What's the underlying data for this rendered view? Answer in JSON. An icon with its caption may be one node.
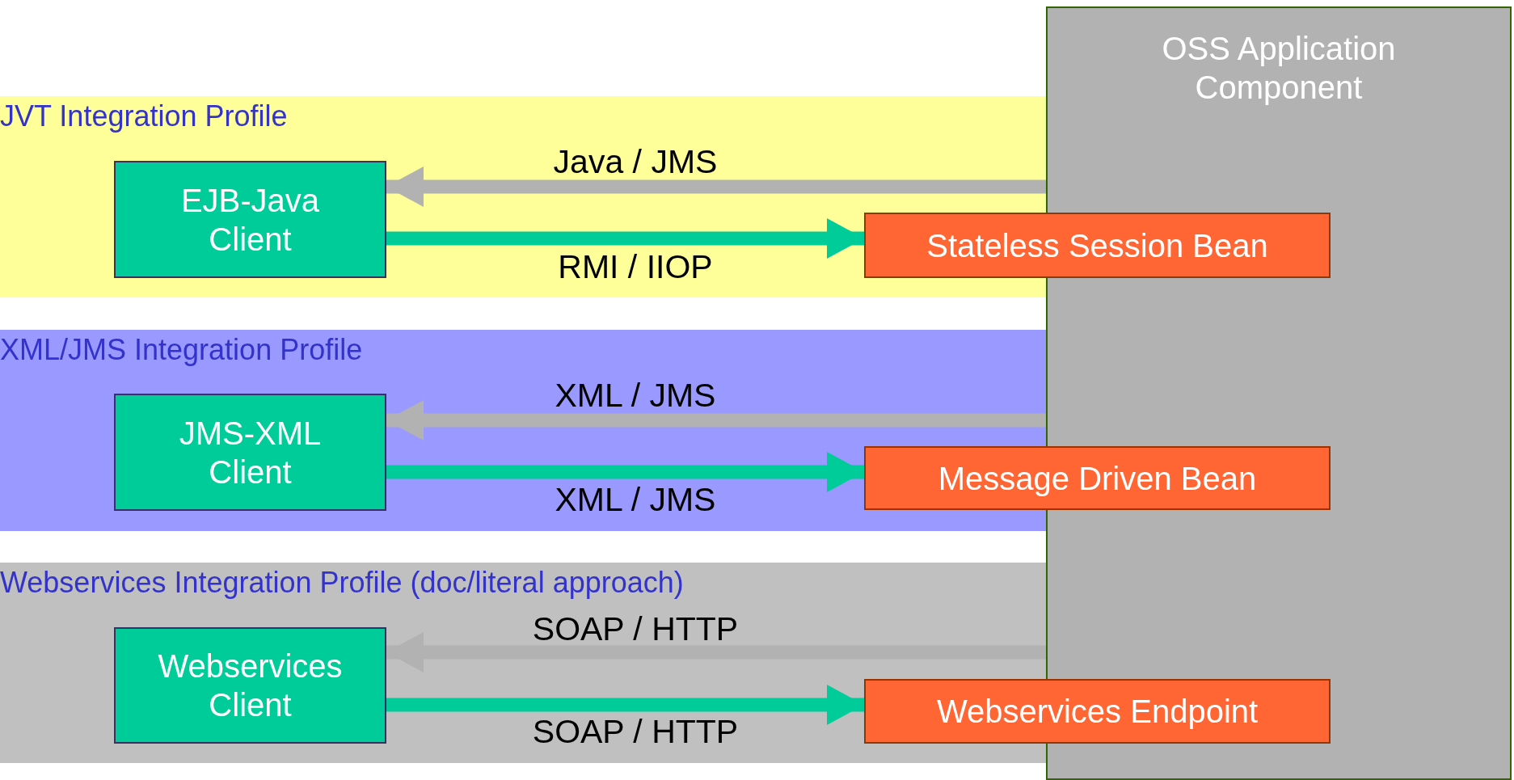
{
  "diagram": {
    "nodes": [
      {
        "text": [
          "OSS Application Component"
        ]
      },
      {
        "text": [
          "JVT Integration Profile"
        ]
      },
      {
        "text": [
          "EJB-Java Client"
        ],
        "in": 1
      },
      {
        "text": [
          "Stateless Session Bean"
        ]
      },
      {
        "text": [
          "XML/JMS Integration Profile"
        ]
      },
      {
        "text": [
          "JMS-XML Client"
        ],
        "in": 4
      },
      {
        "text": [
          "Message Driven Bean"
        ]
      },
      {
        "text": [
          "Webservices Integration Profile (doc/literal approach)"
        ]
      },
      {
        "text": [
          "Webservices Client"
        ],
        "in": 7
      },
      {
        "text": [
          "Webservices Endpoint"
        ]
      }
    ],
    "edges": [
      {
        "from": 0,
        "to": 2,
        "arrow": "to",
        "label": "Java / JMS",
        "color": "#b2b2b2"
      },
      {
        "from": 2,
        "to": 3,
        "arrow": "to",
        "label": "RMI / IIOP",
        "color": "#00cc99"
      },
      {
        "from": 0,
        "to": 5,
        "arrow": "to",
        "label": "XML / JMS",
        "color": "#b2b2b2"
      },
      {
        "from": 5,
        "to": 6,
        "arrow": "to",
        "label": "XML / JMS",
        "color": "#00cc99"
      },
      {
        "from": 0,
        "to": 8,
        "arrow": "to",
        "label": "SOAP / HTTP",
        "color": "#b2b2b2"
      },
      {
        "from": 8,
        "to": 9,
        "arrow": "to",
        "label": "SOAP / HTTP",
        "color": "#00cc99"
      }
    ]
  }
}
